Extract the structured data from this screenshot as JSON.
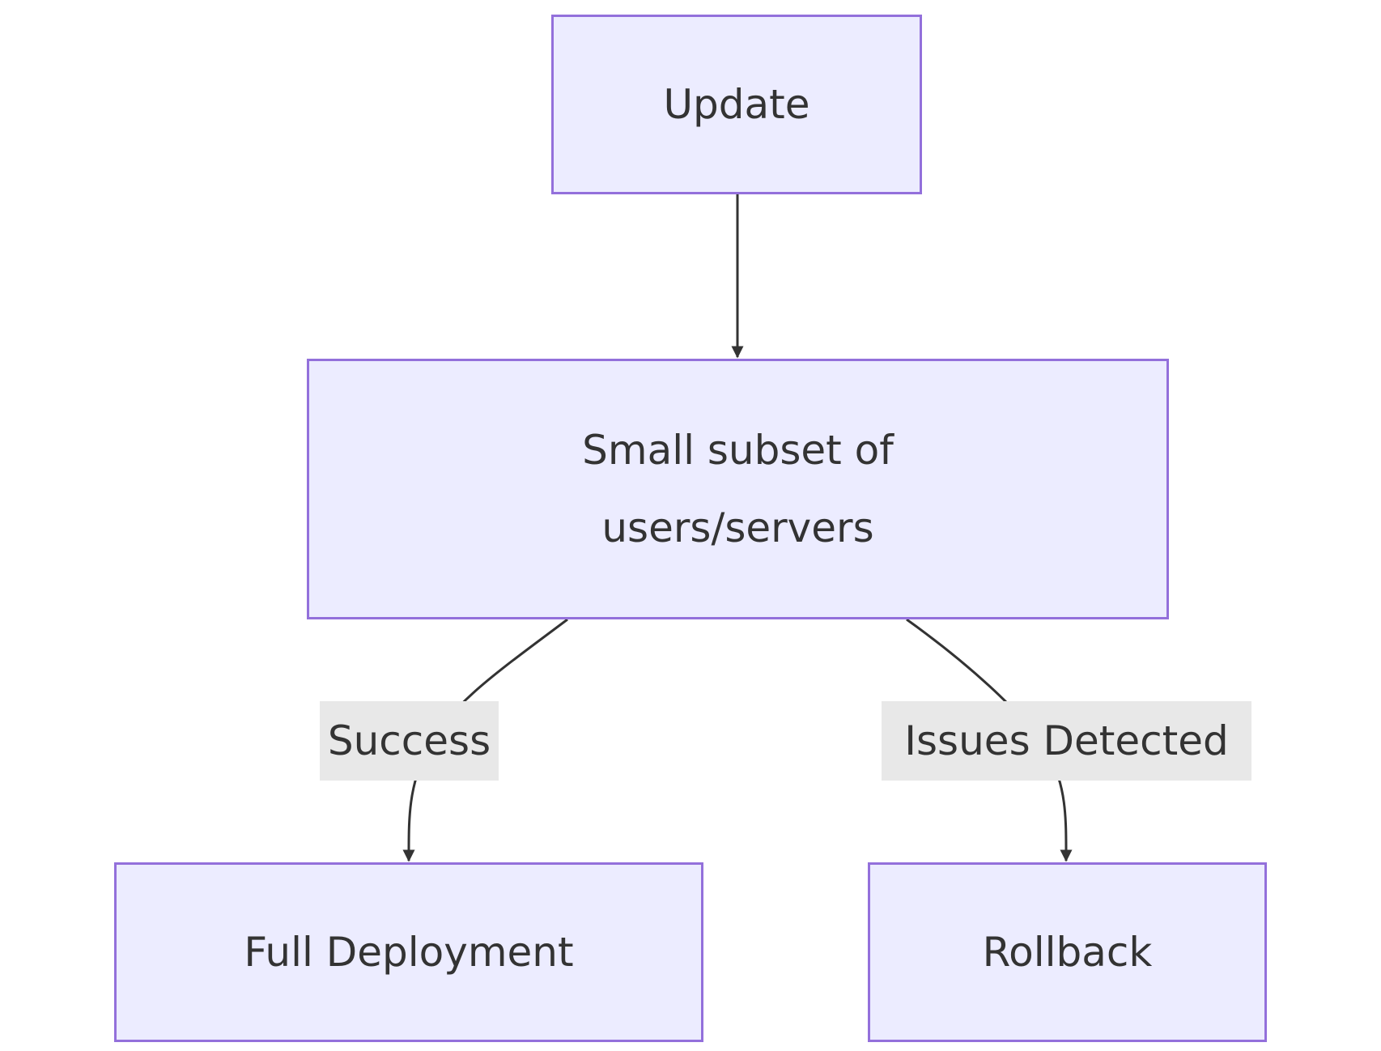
{
  "nodes": {
    "update": {
      "label": "Update"
    },
    "subset": {
      "label_line1": "Small subset of",
      "label_line2": "users/servers"
    },
    "full_deployment": {
      "label": "Full Deployment"
    },
    "rollback": {
      "label": "Rollback"
    }
  },
  "edges": {
    "success": {
      "label": "Success"
    },
    "issues": {
      "label": "Issues Detected"
    }
  },
  "colors": {
    "node_fill": "#ececff",
    "node_border": "#9370db",
    "edge_stroke": "#333333",
    "edge_label_bg": "#e8e8e8",
    "text": "#333333"
  }
}
